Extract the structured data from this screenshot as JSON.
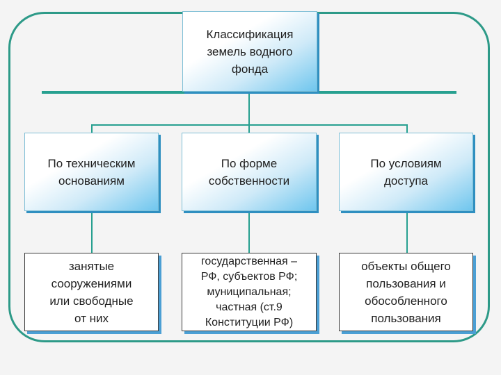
{
  "title": "Классификация\nземель водного\nфонда",
  "categories": [
    {
      "label": "По техническим\nоснованиям",
      "detail": "занятые\nсооружениями\nили свободные\nот них"
    },
    {
      "label": "По форме\nсобственности",
      "detail": "государственная –\nРФ, субъектов РФ;\nмуниципальная;\nчастная (ст.9\nКонституции РФ)"
    },
    {
      "label": "По условиям\nдоступа",
      "detail": "объекты общего\nпользования и\nобособленного\nпользования"
    }
  ],
  "colors": {
    "frame": "#2d9a88",
    "connector": "#27a090",
    "box_gradient_end": "#6fc6ee",
    "box_shadow_blue": "#4b9fd4"
  }
}
